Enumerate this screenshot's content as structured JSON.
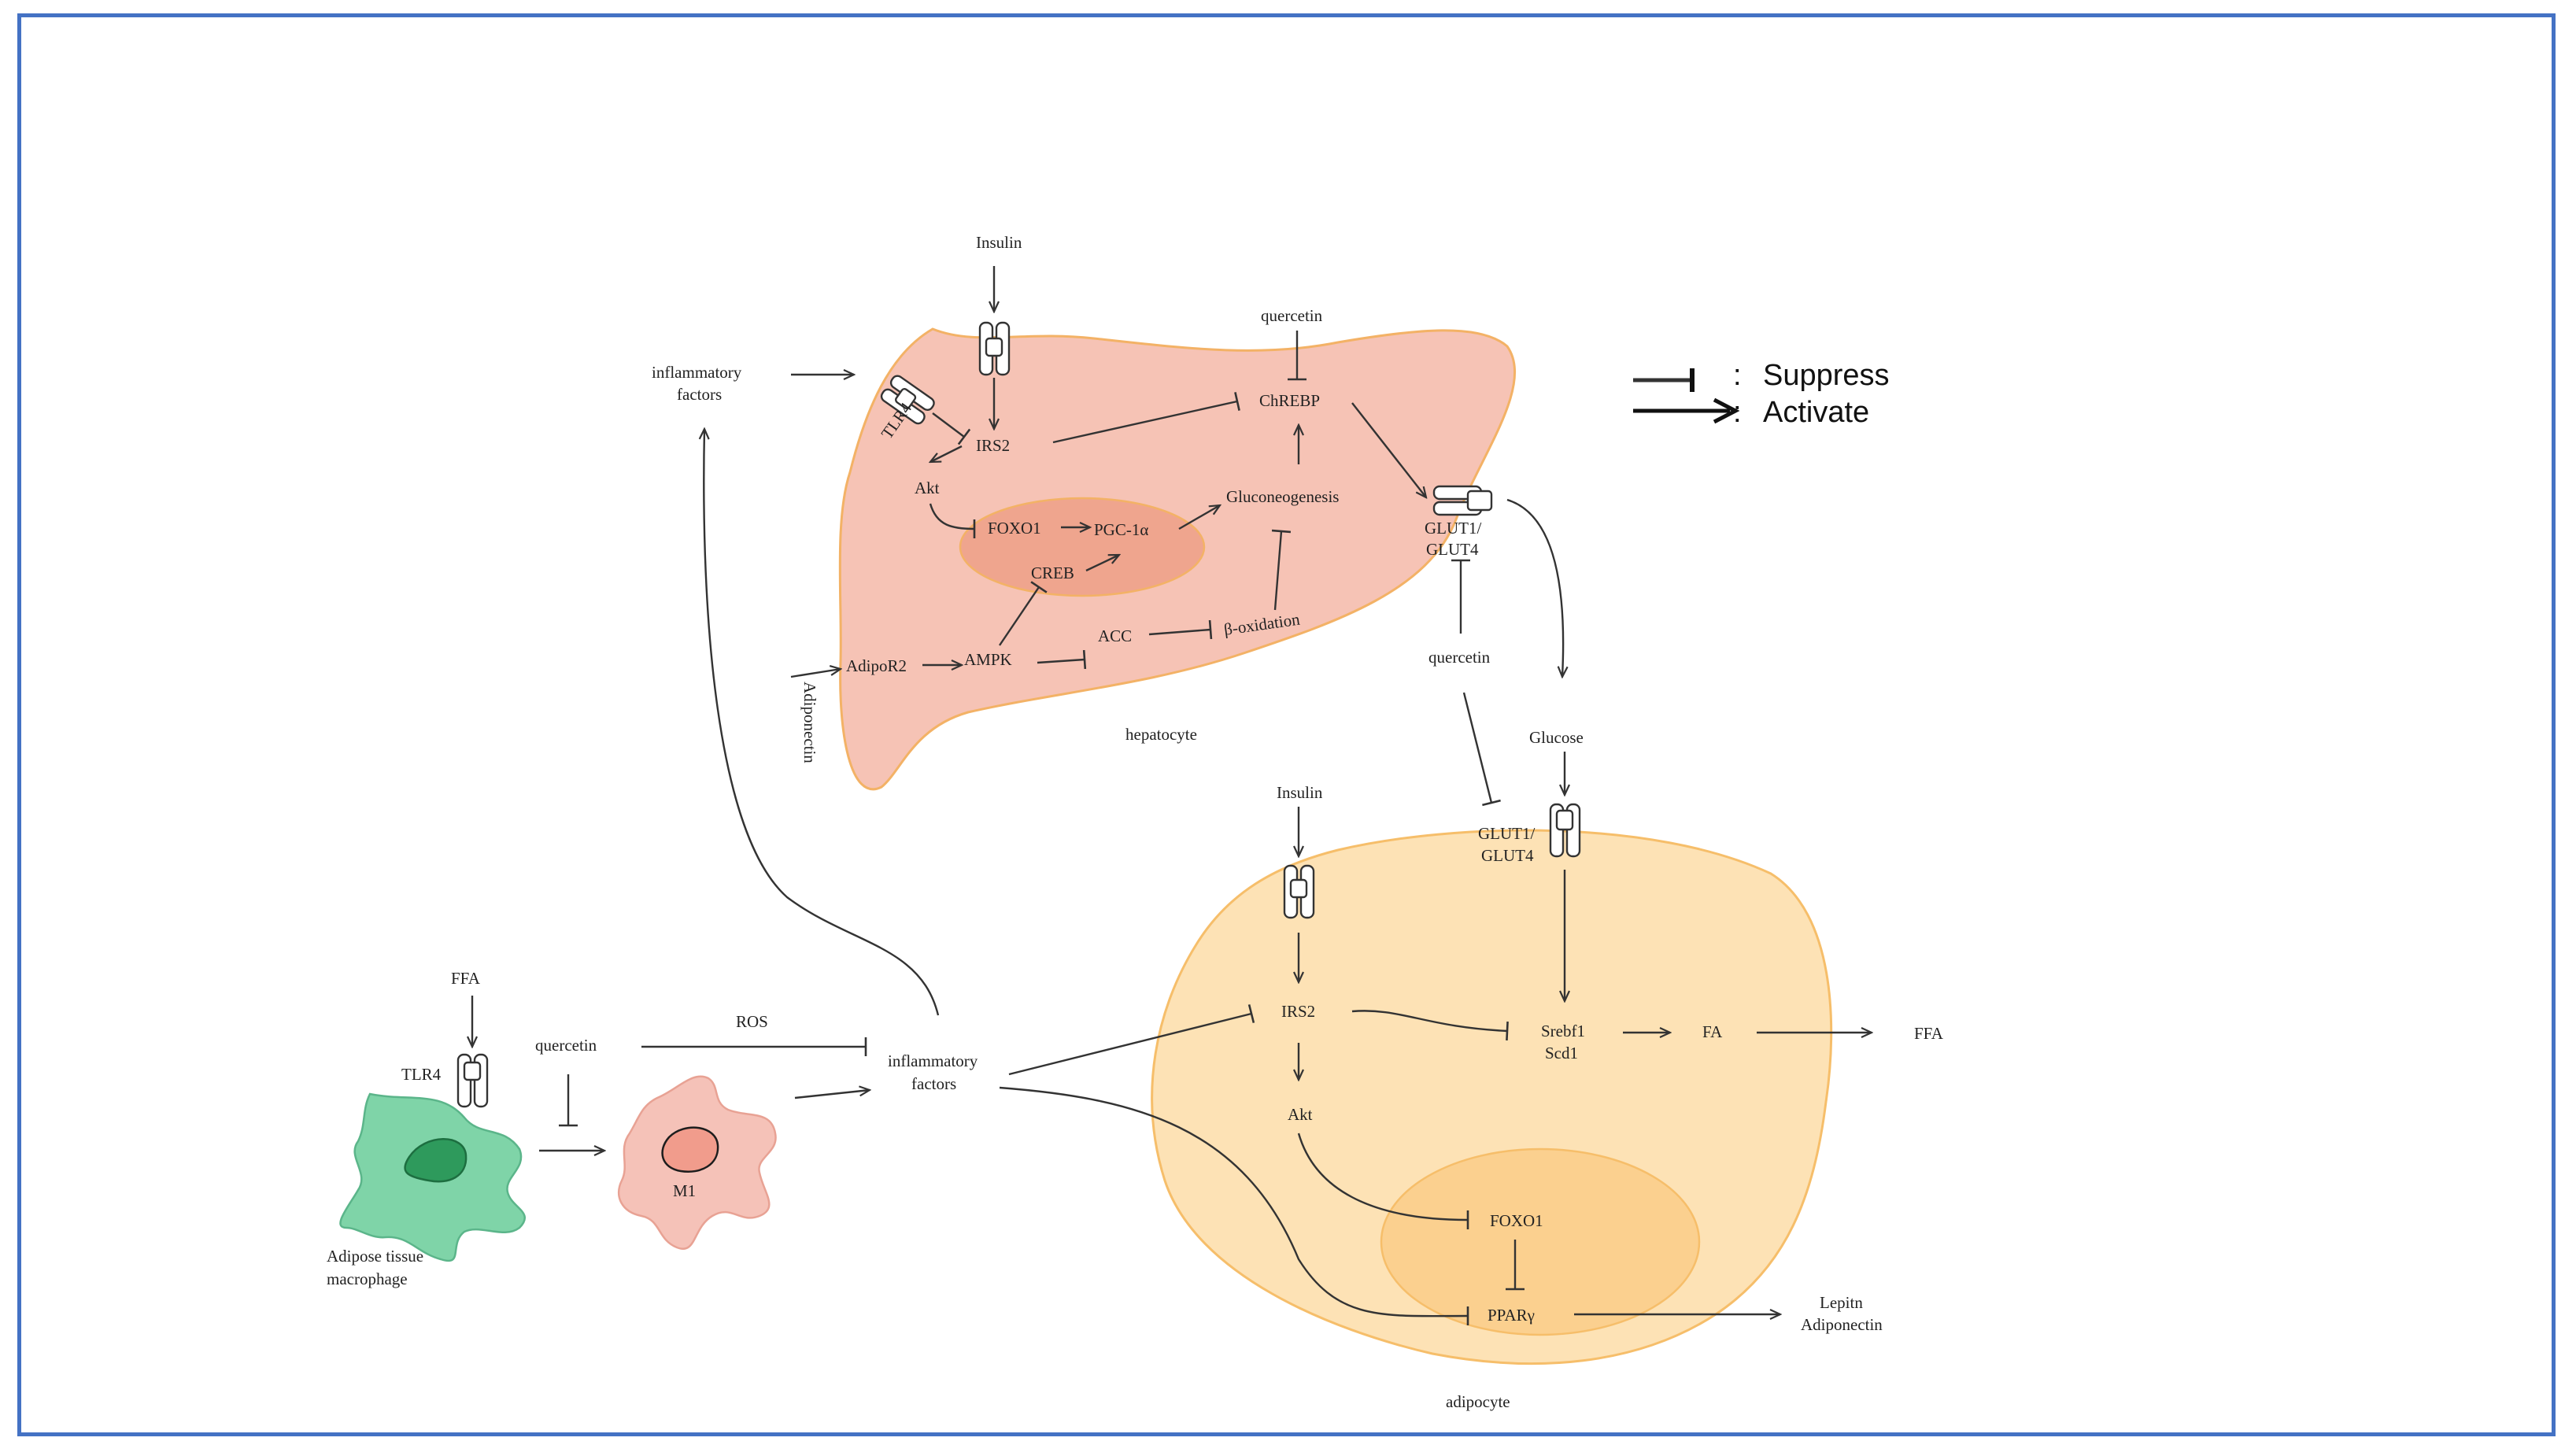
{
  "colors": {
    "frame": "#4472C4",
    "hepatocyte_fill": "#F6C3B5",
    "hepatocyte_stroke": "#F3B266",
    "nucleus_fill": "#EFA58E",
    "adipocyte_fill": "#FDE2B5",
    "adipocyte_nucleus": "#FBD08F",
    "macrophage_fill": "#7FD4A8",
    "macrophage_nucleus": "#2E9A5C",
    "m1_fill": "#F5C2B8",
    "m1_nucleus": "#F19C8C"
  },
  "legend": {
    "suppress_colon": ":",
    "suppress": "Suppress",
    "activate_colon": ":",
    "activate": "Activate"
  },
  "hepatocyte": {
    "label": "hepatocyte",
    "insulin": "Insulin",
    "inflammatory_factors_line1": "inflammatory",
    "inflammatory_factors_line2": "factors",
    "tlr4": "TLR4",
    "irs2": "IRS2",
    "akt": "Akt",
    "foxo1": "FOXO1",
    "pgc1a": "PGC-1α",
    "creb": "CREB",
    "gluconeogenesis": "Gluconeogenesis",
    "chrebp": "ChREBP",
    "quercetin_top": "quercetin",
    "glut_line1": "GLUT1/",
    "glut_line2": "GLUT4",
    "quercetin_right": "quercetin",
    "adiponectin": "Adiponectin",
    "adipor2": "AdipoR2",
    "ampk": "AMPK",
    "acc": "ACC",
    "beta_oxidation": "β-oxidation"
  },
  "adipocyte": {
    "label": "adipocyte",
    "glucose": "Glucose",
    "insulin": "Insulin",
    "glut_line1": "GLUT1/",
    "glut_line2": "GLUT4",
    "irs2": "IRS2",
    "akt": "Akt",
    "srebf1": "Srebf1",
    "scd1": "Scd1",
    "fa": "FA",
    "ffa": "FFA",
    "foxo1": "FOXO1",
    "ppar": "PPARγ",
    "leptin": "Lepitn",
    "adiponectin": "Adiponectin"
  },
  "macrophage": {
    "ffa": "FFA",
    "tlr4": "TLR4",
    "quercetin": "quercetin",
    "ros": "ROS",
    "m1": "M1",
    "label_line1": "Adipose tissue",
    "label_line2": "macrophage",
    "inflammatory_factors_line1": "inflammatory",
    "inflammatory_factors_line2": "factors"
  }
}
